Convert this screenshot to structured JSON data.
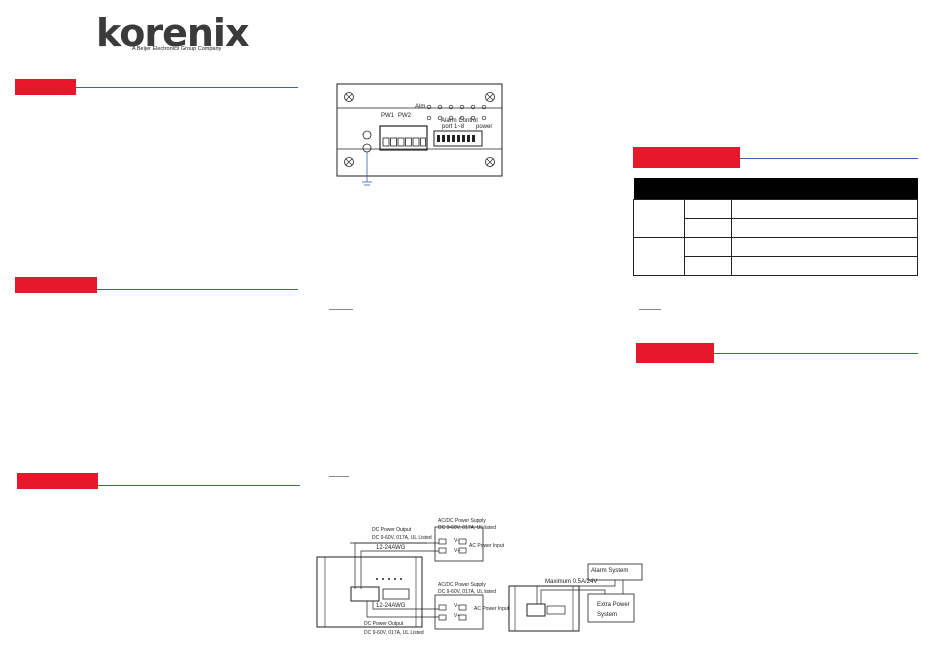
{
  "brand": {
    "name": "korenix",
    "tagline": "A Beijer Electronics Group Company"
  },
  "front_panel": {
    "alm_label": "Alm",
    "pw1_label": "PW1",
    "pw2_label": "PW2",
    "alarm_control_label": "Alarm  Control",
    "port_range_label": "port 1~8",
    "power_label": "power"
  },
  "wiring": {
    "dc_power_output_top": "DC Power Output",
    "dc_power_output_top_spec": "DC 9-60V, 017A, UL Listed",
    "acdc_supply_top": "AC/DC Power Supply",
    "acdc_supply_top_spec": "DC 9-60V, 017A, UL listed",
    "wire_gauge_top": "12-24AWG",
    "ac_power_input_top": "AC Power Input",
    "v_minus": "V-",
    "v_plus": "V+",
    "acdc_supply_bottom": "AC/DC Power Supply",
    "acdc_supply_bottom_spec": "DC 9-60V, 017A, UL listed",
    "wire_gauge_bottom": "12-24AWG",
    "ac_power_input_bottom": "AC Power Input",
    "dc_power_output_bottom": "DC Power Output",
    "dc_power_output_bottom_spec": "DC 9-60V, 017A, UL Listed",
    "maximum_rating": "Maximum 0.5A/24V",
    "alarm_system": "Alarm System",
    "extra_power_line1": "Extra Power",
    "extra_power_line2": "System"
  },
  "colors": {
    "section_red": "#e8182c",
    "rule_blue": "#3a62a8",
    "table_header": "#000000"
  }
}
